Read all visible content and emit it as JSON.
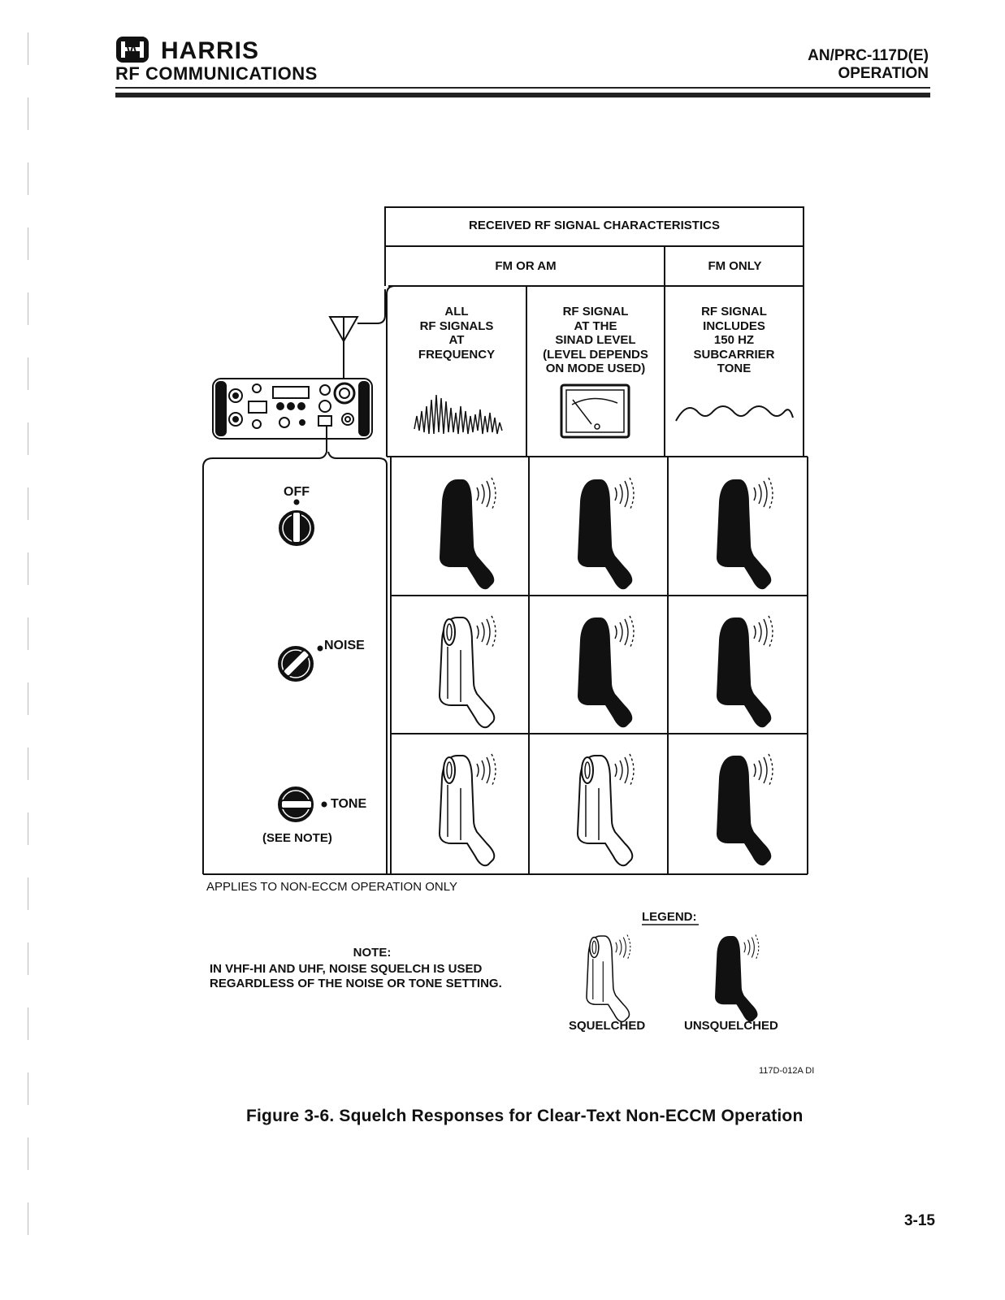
{
  "header": {
    "brand_name": "HARRIS",
    "brand_sub": "RF COMMUNICATIONS",
    "doc_id": "AN/PRC-117D(E)",
    "doc_section": "OPERATION"
  },
  "table": {
    "title": "RECEIVED RF SIGNAL CHARACTERISTICS",
    "group_headers": [
      "FM OR AM",
      "FM ONLY"
    ],
    "columns": [
      {
        "label": "ALL\nRF SIGNALS\nAT\nFREQUENCY",
        "icon": "noise-waveform-icon"
      },
      {
        "label": "RF SIGNAL\nAT THE\nSINAD LEVEL\n(LEVEL DEPENDS\nON MODE USED)",
        "icon": "signal-meter-icon"
      },
      {
        "label": "RF SIGNAL\nINCLUDES\n150 HZ\nSUBCARRIER\nTONE",
        "icon": "sine-wave-icon"
      }
    ],
    "rows": [
      {
        "label": "OFF",
        "icon": "squelch-knob-off-icon",
        "responses": [
          "unsquelched",
          "unsquelched",
          "unsquelched"
        ]
      },
      {
        "label": "NOISE",
        "icon": "squelch-knob-noise-icon",
        "responses": [
          "squelched",
          "unsquelched",
          "unsquelched"
        ]
      },
      {
        "label": "TONE",
        "sublabel": "(SEE NOTE)",
        "icon": "squelch-knob-tone-icon",
        "responses": [
          "squelched",
          "squelched",
          "unsquelched"
        ]
      }
    ],
    "applies_note": "APPLIES TO NON-ECCM OPERATION ONLY"
  },
  "note": {
    "title": "NOTE:",
    "lines": [
      "IN VHF-HI AND UHF, NOISE SQUELCH IS USED",
      "REGARDLESS OF THE NOISE OR TONE SETTING."
    ]
  },
  "legend": {
    "title": "LEGEND:",
    "squelched": "SQUELCHED",
    "unsquelched": "UNSQUELCHED"
  },
  "figure_id": "117D-012A DI",
  "caption": "Figure 3-6.  Squelch Responses for Clear-Text Non-ECCM Operation",
  "page_number": "3-15"
}
